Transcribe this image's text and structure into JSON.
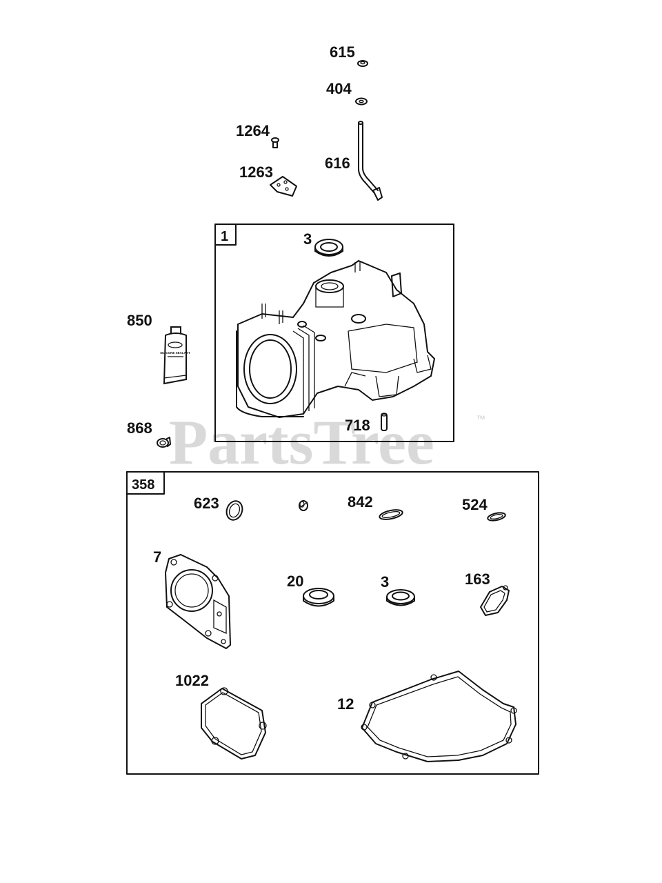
{
  "watermark": {
    "text": "PartsTree",
    "trademark": "™"
  },
  "tube_label": "SILICONE SEALANT",
  "boxes": [
    {
      "id": "cylinder-box",
      "label": "1"
    },
    {
      "id": "gasket-kit-box",
      "label": "358"
    }
  ],
  "parts": [
    {
      "id": "615",
      "label": "615",
      "icon": "nut-icon"
    },
    {
      "id": "404",
      "label": "404",
      "icon": "washer-icon"
    },
    {
      "id": "1264",
      "label": "1264",
      "icon": "screw-icon"
    },
    {
      "id": "1263",
      "label": "1263",
      "icon": "plate-icon"
    },
    {
      "id": "616",
      "label": "616",
      "icon": "link-rod-icon"
    },
    {
      "id": "3a",
      "label": "3",
      "icon": "oil-seal-icon"
    },
    {
      "id": "850",
      "label": "850",
      "icon": "sealant-tube-icon"
    },
    {
      "id": "868",
      "label": "868",
      "icon": "plug-icon"
    },
    {
      "id": "718",
      "label": "718",
      "icon": "dowel-pin-icon"
    },
    {
      "id": "623",
      "label": "623",
      "icon": "o-ring-icon"
    },
    {
      "id": "842",
      "label": "842",
      "icon": "o-ring-icon"
    },
    {
      "id": "524",
      "label": "524",
      "icon": "o-ring-icon"
    },
    {
      "id": "7",
      "label": "7",
      "icon": "head-gasket-icon"
    },
    {
      "id": "20",
      "label": "20",
      "icon": "oil-seal-icon"
    },
    {
      "id": "3b",
      "label": "3",
      "icon": "oil-seal-icon"
    },
    {
      "id": "163",
      "label": "163",
      "icon": "gasket-icon"
    },
    {
      "id": "1022",
      "label": "1022",
      "icon": "gasket-icon"
    },
    {
      "id": "12",
      "label": "12",
      "icon": "sump-gasket-icon"
    }
  ]
}
